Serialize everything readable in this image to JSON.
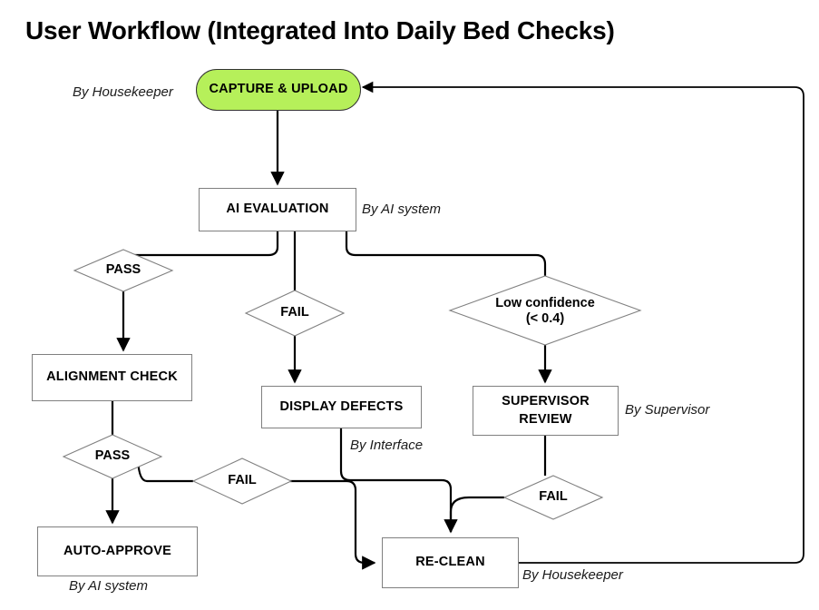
{
  "title": "User Workflow (Integrated Into Daily Bed Checks)",
  "colors": {
    "start_fill": "#b6f05a",
    "node_stroke": "#808080",
    "edge_stroke": "#000000",
    "text": "#000000"
  },
  "nodes": {
    "capture_upload": {
      "label": "CAPTURE & UPLOAD",
      "shape": "pill"
    },
    "ai_evaluation": {
      "label": "AI EVALUATION",
      "shape": "rect"
    },
    "alignment_check": {
      "label": "ALIGNMENT CHECK",
      "shape": "rect"
    },
    "display_defects": {
      "label": "DISPLAY DEFECTS",
      "shape": "rect"
    },
    "supervisor_review": {
      "label_line1": "SUPERVISOR",
      "label_line2": "REVIEW",
      "shape": "rect"
    },
    "auto_approve": {
      "label": "AUTO-APPROVE",
      "shape": "rect"
    },
    "re_clean": {
      "label": "RE-CLEAN",
      "shape": "rect"
    }
  },
  "decisions": {
    "pass_ai": {
      "label": "PASS",
      "shape": "diamond"
    },
    "fail_ai": {
      "label": "FAIL",
      "shape": "diamond"
    },
    "low_confidence": {
      "label_line1": "Low confidence",
      "label_line2": "(< 0.4)",
      "shape": "diamond"
    },
    "pass_alignment": {
      "label": "PASS",
      "shape": "diamond"
    },
    "fail_alignment": {
      "label": "FAIL",
      "shape": "diamond"
    },
    "fail_supervisor": {
      "label": "FAIL",
      "shape": "diamond"
    }
  },
  "annotations": {
    "by_housekeeper_top": "By Housekeeper",
    "by_ai_system_eval": "By AI system",
    "by_interface": "By Interface",
    "by_supervisor": "By Supervisor",
    "by_ai_system_approve": "By AI system",
    "by_housekeeper_bottom": "By Housekeeper"
  }
}
